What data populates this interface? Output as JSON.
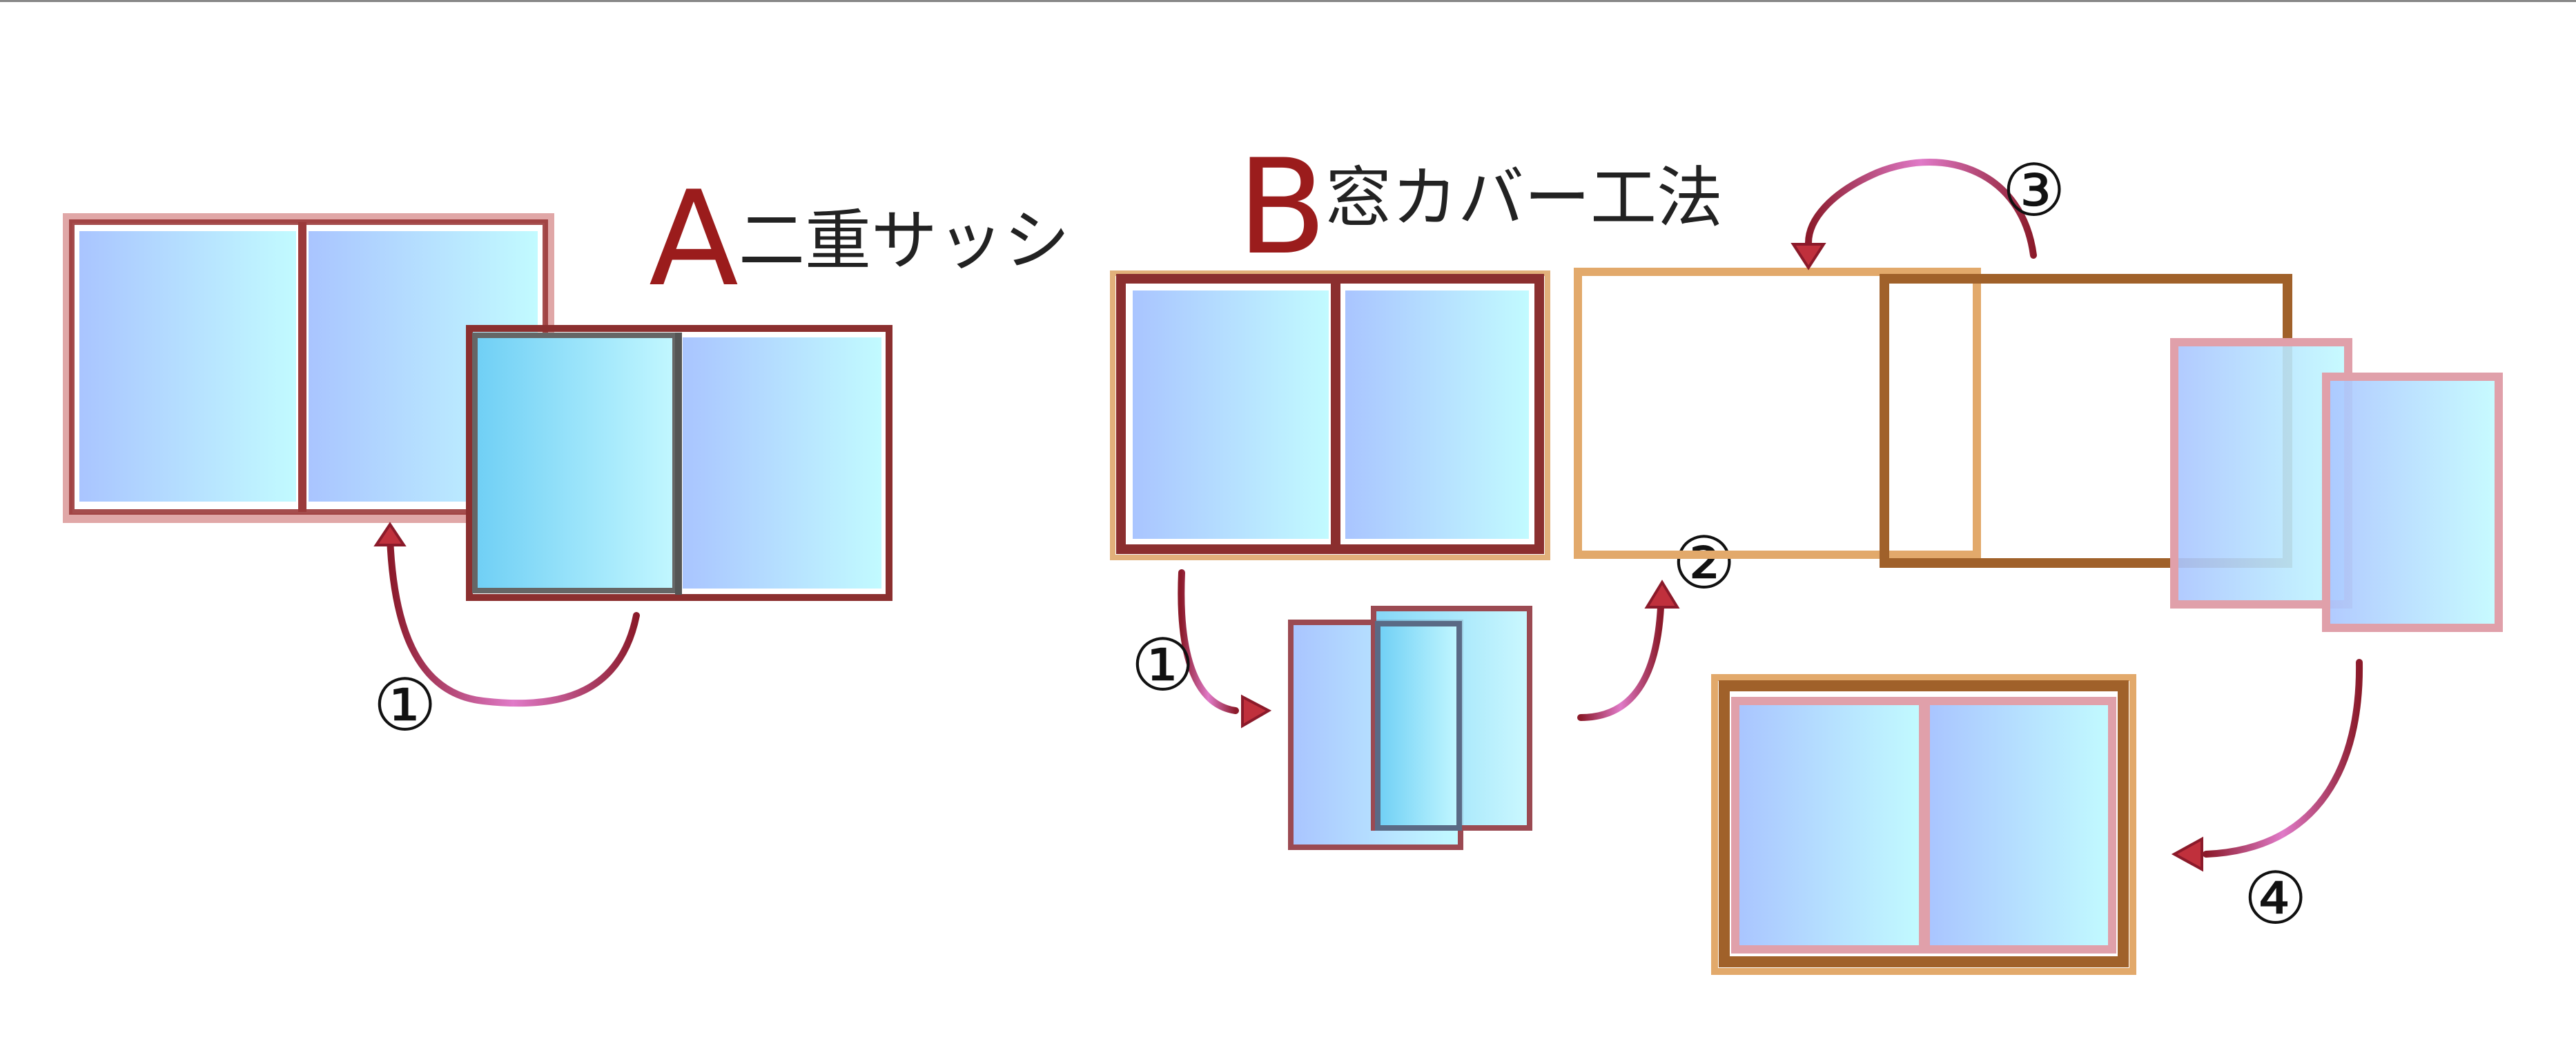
{
  "colors": {
    "dark_red": "#8b2f2f",
    "pink_frame": "#d9a0a0",
    "orange_frame": "#e2a96b",
    "brown_frame": "#a0612a",
    "glass_light": "#b9f1fa",
    "glass_blue": "#a9c4ff",
    "arrow_pink": "#e080c8",
    "arrow_dark": "#8b1a2a",
    "letter_red": "#9b1c1c"
  },
  "section_a": {
    "letter": "A",
    "title": "二重サッシ",
    "steps": [
      "①"
    ]
  },
  "section_b": {
    "letter": "B",
    "title": "窓カバー工法",
    "steps": [
      "①",
      "②",
      "③",
      "④"
    ]
  },
  "icons": [
    "window-icon",
    "frame-icon",
    "sash-panel-icon",
    "curved-arrow-icon"
  ]
}
